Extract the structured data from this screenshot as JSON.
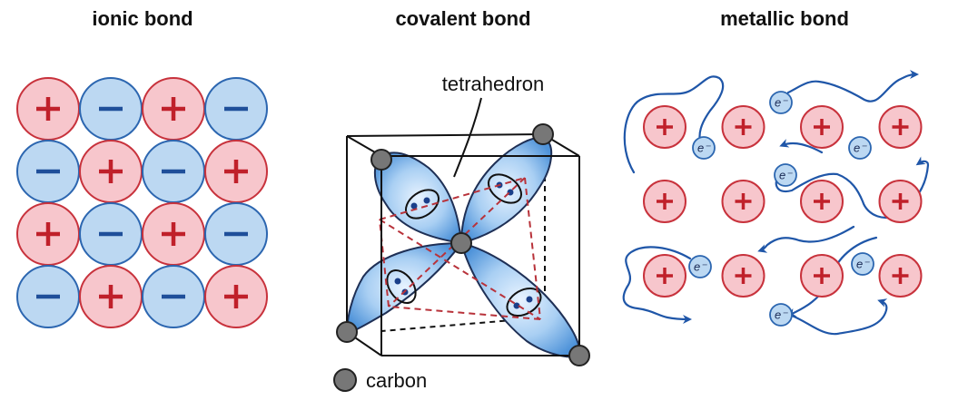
{
  "panels": {
    "ionic": {
      "title": "ionic bond"
    },
    "covalent": {
      "title": "covalent bond",
      "tetrahedron_label": "tetrahedron",
      "carbon_label": "carbon"
    },
    "metallic": {
      "title": "metallic bond",
      "electron_label": "e⁻"
    }
  },
  "ionic_lattice": {
    "rows": [
      [
        "+",
        "-",
        "+",
        "-"
      ],
      [
        "-",
        "+",
        "-",
        "+"
      ],
      [
        "+",
        "-",
        "+",
        "-"
      ],
      [
        "-",
        "+",
        "-",
        "+"
      ]
    ]
  },
  "metallic_lattice": {
    "cation_rows": 3,
    "cation_cols": 4,
    "electron_count": 7
  },
  "colors": {
    "cation_fill": "#f7c6cc",
    "cation_stroke": "#c8323c",
    "cation_sign": "#c0202a",
    "anion_fill": "#bcd8f2",
    "anion_stroke": "#2c66b0",
    "anion_sign": "#1f4f9a",
    "orbital_fill": "#5a9fe0",
    "orbital_stroke": "#1e2f55",
    "carbon_fill": "#777777",
    "tetrahedron_line": "#b8323a",
    "electron_path": "#1f56a8"
  }
}
